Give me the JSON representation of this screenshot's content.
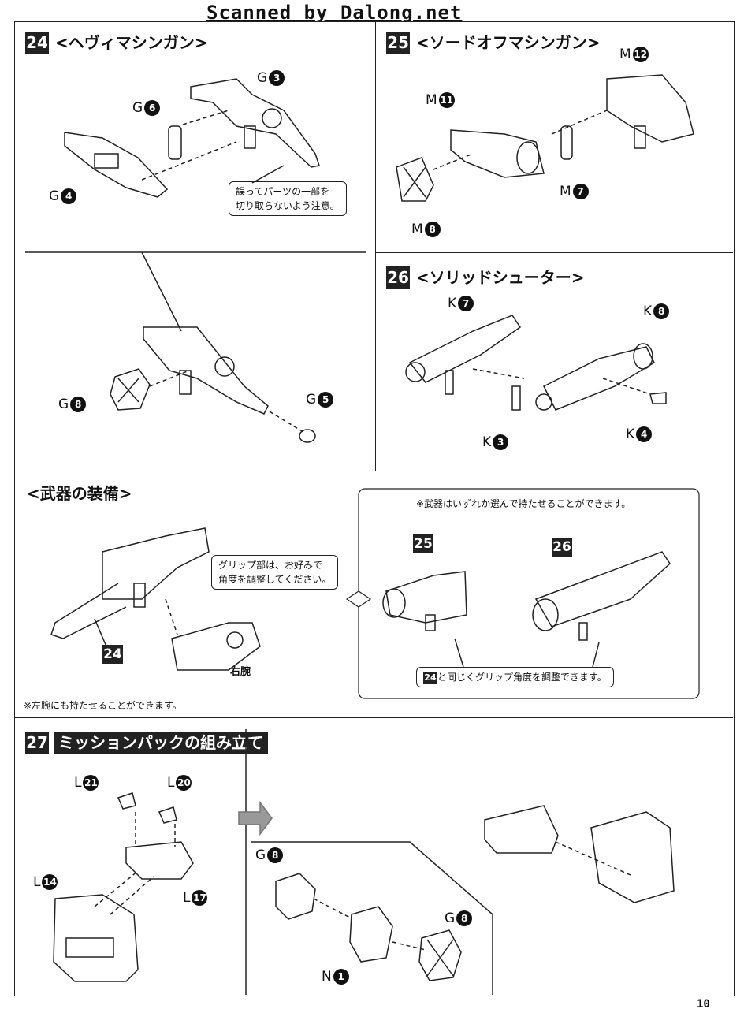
{
  "header": {
    "scanner": "Scanned by Dalong.net"
  },
  "footer": {
    "page_number": "10"
  },
  "steps": {
    "s24": {
      "number": "24",
      "title": "<ヘヴィマシンガン>",
      "callout": "誤ってパーツの一部を\n切り取らないよう注意。",
      "labels": [
        "G",
        "6",
        "G",
        "3",
        "G",
        "4",
        "G",
        "8",
        "G",
        "5"
      ]
    },
    "s25": {
      "number": "25",
      "title": "<ソードオフマシンガン>",
      "labels": [
        "M",
        "12",
        "M",
        "11",
        "M",
        "7",
        "M",
        "8"
      ]
    },
    "s26": {
      "number": "26",
      "title": "<ソリッドシューター>",
      "labels": [
        "K",
        "7",
        "K",
        "8",
        "K",
        "3",
        "K",
        "4"
      ]
    },
    "equip": {
      "title": "<武器の装備>",
      "callout": "グリップ部は、お好みで\n角度を調整してください。",
      "badge": "24",
      "arm_label": "右腕",
      "footnote": "※左腕にも持たせることができます。",
      "choice_note": "※武器はいずれか選んで持たせることができます。",
      "badge_a": "25",
      "badge_b": "26",
      "grip_note_badge": "24",
      "grip_note": "と同じくグリップ角度を調整できます。"
    },
    "s27": {
      "number": "27",
      "title": "ミッションパックの組み立て",
      "labels": [
        "L",
        "21",
        "L",
        "20",
        "L",
        "14",
        "L",
        "17",
        "G",
        "8",
        "N",
        "1",
        "G",
        "8"
      ]
    }
  },
  "colors": {
    "ink": "#222222",
    "paper": "#ffffff"
  }
}
